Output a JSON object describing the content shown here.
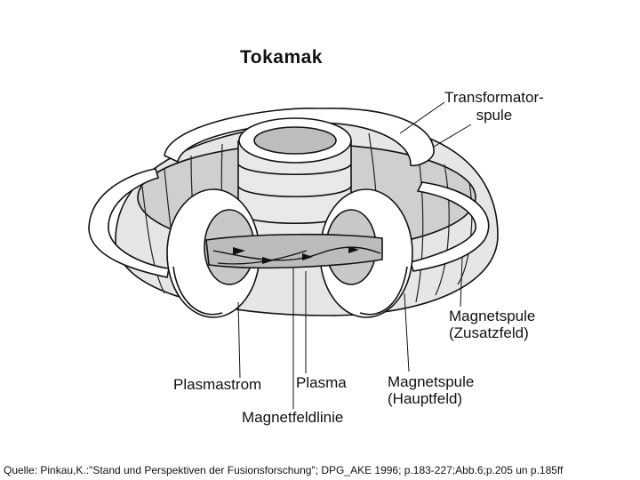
{
  "title": "Tokamak",
  "labels": {
    "transformator_line1": "Transformator-",
    "transformator_line2": "spule",
    "zusatz_line1": "Magnetspule",
    "zusatz_line2": "(Zusatzfeld)",
    "haupt_line1": "Magnetspule",
    "haupt_line2": "(Hauptfeld)",
    "plasmastrom": "Plasmastrom",
    "plasma": "Plasma",
    "feldlinie": "Magnetfeldlinie"
  },
  "source": "Quelle: Pinkau,K.:\"Stand und Perspektiven der Fusionsforschung\"; DPG_AKE 1996; p.183-227;Abb.6;p.205 un p.185ff",
  "colors": {
    "ink": "#111111",
    "fill": "#ffffff",
    "shade": "#d6d6d6",
    "dark": "#9a9a9a"
  }
}
